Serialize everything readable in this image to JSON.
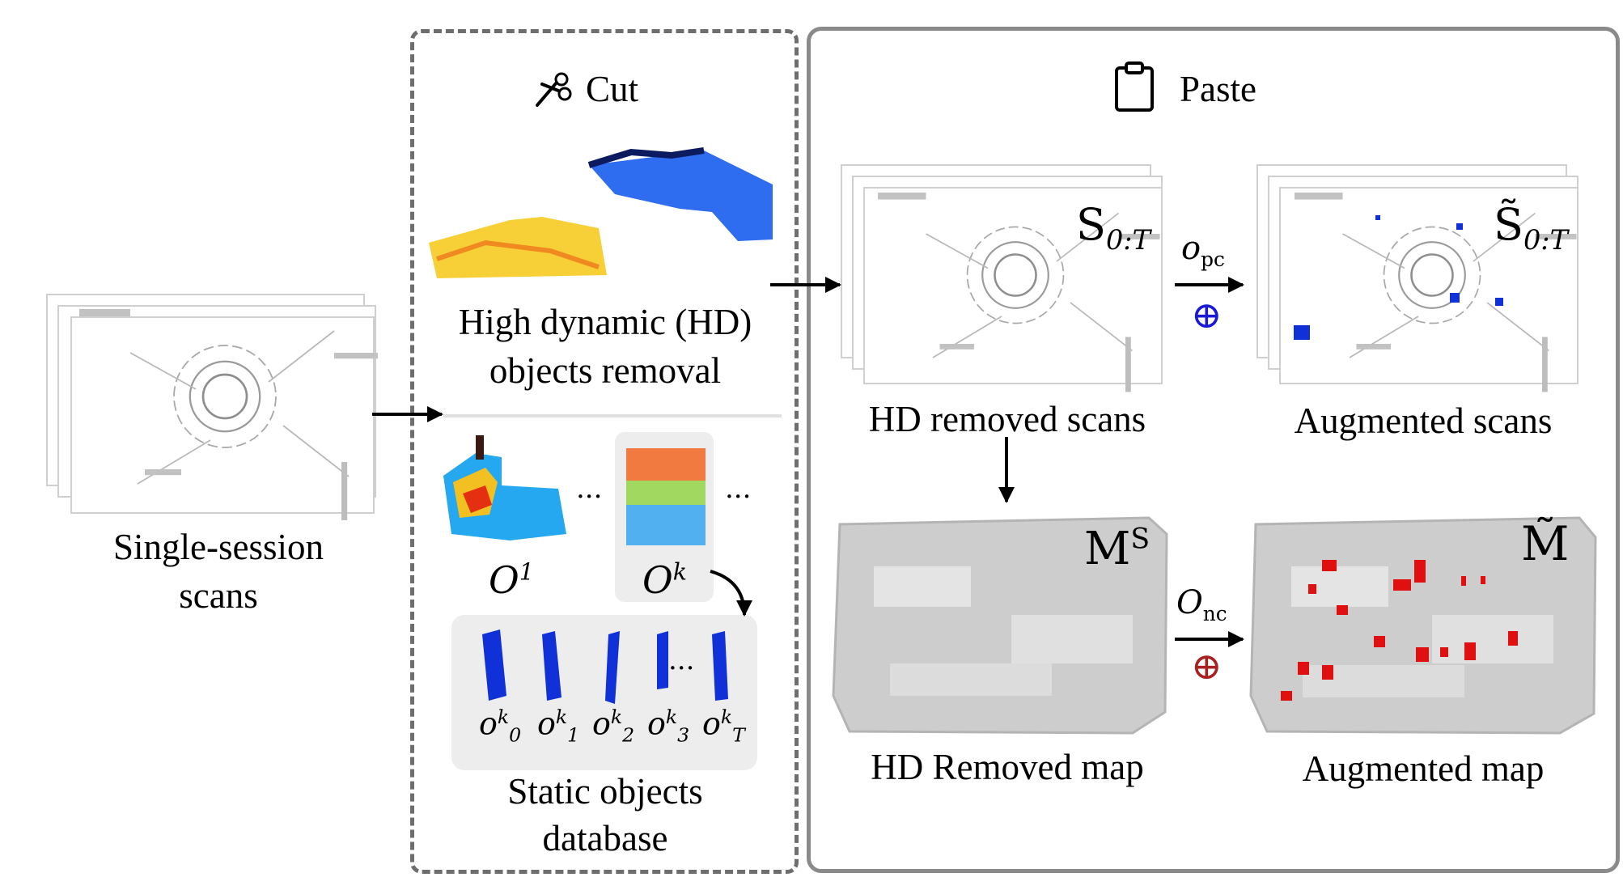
{
  "cut": {
    "title": "Cut",
    "icon": "scissors-icon"
  },
  "paste": {
    "title": "Paste",
    "icon": "clipboard-icon"
  },
  "input": {
    "label_line1": "Single-session",
    "label_line2": "scans"
  },
  "hd_removal": {
    "label_line1": "High dynamic (HD)",
    "label_line2": "objects removal"
  },
  "objects": {
    "first": {
      "base": "O",
      "sup": "1"
    },
    "k": {
      "base": "O",
      "sup": "k"
    },
    "ellipsis": "...",
    "instances": [
      {
        "base": "o",
        "sup": "k",
        "sub": "0"
      },
      {
        "base": "o",
        "sup": "k",
        "sub": "1"
      },
      {
        "base": "o",
        "sup": "k",
        "sub": "2"
      },
      {
        "base": "o",
        "sup": "k",
        "sub": "3"
      },
      {
        "base": "o",
        "sup": "k",
        "sub": "T"
      }
    ],
    "instances_ellipsis": "..."
  },
  "database": {
    "label_line1": "Static objects",
    "label_line2": "database"
  },
  "scans": {
    "label": "HD removed scans",
    "symbol": {
      "base": "S",
      "sub": "0:T"
    }
  },
  "aug_scans": {
    "label": "Augmented scans",
    "symbol": {
      "base": "S̃",
      "sub": "0:T"
    }
  },
  "map": {
    "label": "HD Removed map",
    "symbol": {
      "base": "M",
      "sup": "S"
    }
  },
  "aug_map": {
    "label": "Augmented map",
    "symbol": {
      "base": "M̃"
    }
  },
  "op_pc": {
    "base": "o",
    "sub": "pc",
    "symbol": "⊕"
  },
  "op_nc": {
    "base": "O",
    "sub": "nc",
    "symbol": "⊕"
  },
  "colors": {
    "dashed_border": "#6e6e6e",
    "solid_border": "#8a8a8a",
    "scan_points": "#8e8e8e",
    "blue_object": "#1030d8",
    "red_object": "#e01010",
    "op_pc_color": "#1a1ad6",
    "op_nc_color": "#a82020",
    "db_bg": "#ededed"
  }
}
